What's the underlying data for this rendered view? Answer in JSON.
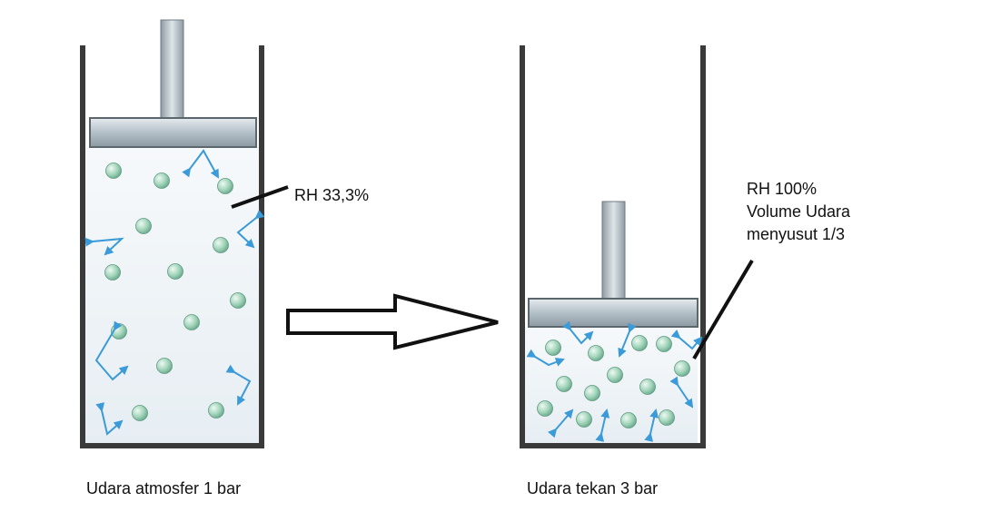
{
  "left_cylinder": {
    "caption": "Udara atmosfer 1 bar",
    "annotation": [
      "RH 33,3%"
    ]
  },
  "right_cylinder": {
    "caption": "Udara tekan 3 bar",
    "annotation": [
      "RH 100%",
      "Volume Udara",
      "menyusut 1/3"
    ]
  },
  "colors": {
    "wall": "#3a3a3a",
    "molecule": "#9fd3b8",
    "arrow": "#3a9bd8",
    "piston": "#b8c4cc"
  },
  "icons": {
    "left": "piston-cylinder-icon",
    "right": "piston-cylinder-icon",
    "transition": "right-arrow-icon"
  }
}
